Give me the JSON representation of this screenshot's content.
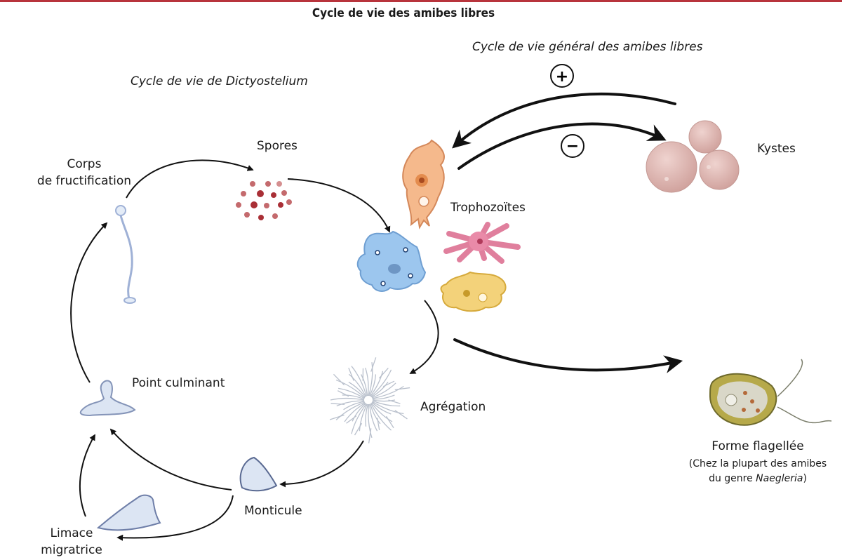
{
  "title": "Cycle de vie des amibes libres",
  "sections": {
    "general": "Cycle de vie général des amibes libres",
    "dictyostelium": "Cycle de vie de Dictyostelium"
  },
  "signs": {
    "plus": "+",
    "minus": "−"
  },
  "stages": {
    "spores": "Spores",
    "fruiting_body": {
      "line1": "Corps",
      "line2": "de fructification"
    },
    "trophozoites": "Trophozoïtes",
    "kystes": "Kystes",
    "aggregation": "Agrégation",
    "culminant": "Point culminant",
    "monticule": "Monticule",
    "limace": {
      "line1": "Limace",
      "line2": "migratrice"
    },
    "flagellee": {
      "name": "Forme flagellée",
      "note_line1": "(Chez la plupart des amibes",
      "note_line2_prefix": "du genre ",
      "note_line2_genus": "Naegleria",
      "note_line2_suffix": ")"
    }
  },
  "colors": {
    "accent_line": "#b8343c",
    "spores": "#b94a4f",
    "kystes": "#d9b0ac",
    "trophozoite_orange": "#f5b98c",
    "trophozoite_pink": "#e98aa8",
    "trophozoite_yellow": "#f3d27a",
    "trophozoite_blue": "#9cc6ee",
    "dicty_stage": "#d6e0f2"
  }
}
